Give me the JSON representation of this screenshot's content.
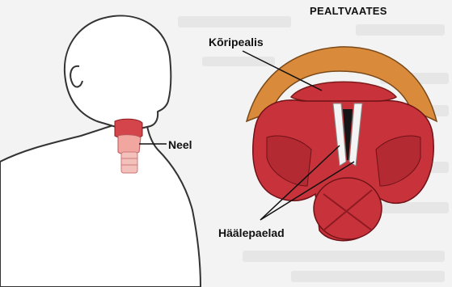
{
  "labels": {
    "view_title": "PEALTVAATES",
    "koripealis": "Kõripealis",
    "neel": "Neel",
    "haalepaelad": "Häälepaelad"
  },
  "colors": {
    "muscle_red": "#c8323a",
    "muscle_dark": "#8e1a22",
    "cartilage_orange": "#d98a3a",
    "outline": "#333333",
    "background": "#f3f3f3"
  }
}
